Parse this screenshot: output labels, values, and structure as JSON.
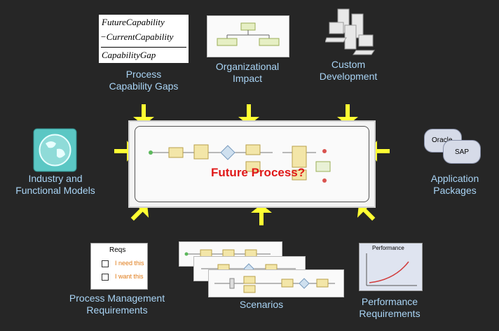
{
  "labels": {
    "capability_gaps": [
      "Process",
      "Capability Gaps"
    ],
    "org_impact": [
      "Organizational",
      "Impact"
    ],
    "custom_dev": [
      "Custom",
      "Development"
    ],
    "industry_models": [
      "Industry and",
      "Functional Models"
    ],
    "app_packages": [
      "Application",
      "Packages"
    ],
    "pm_requirements": [
      "Process Management",
      "Requirements"
    ],
    "scenarios": "Scenarios",
    "perf_requirements": [
      "Performance",
      "Requirements"
    ]
  },
  "formula": {
    "line1": "FutureCapability",
    "line2": "−CurrentCapability",
    "result": "CapabilityGap"
  },
  "center": {
    "title": "Future Process?"
  },
  "app_packages": {
    "oracle": "Oracle",
    "sap": "SAP"
  },
  "reqs_card": {
    "title": "Reqs",
    "item1": "I need this",
    "item2": "I want this"
  },
  "perf_card": {
    "title": "Performance"
  },
  "colors": {
    "background": "#262626",
    "label_text": "#a9d4f5",
    "arrow": "#ffff33",
    "future_title": "#e01818",
    "globe_teal": "#5bc7c4"
  }
}
